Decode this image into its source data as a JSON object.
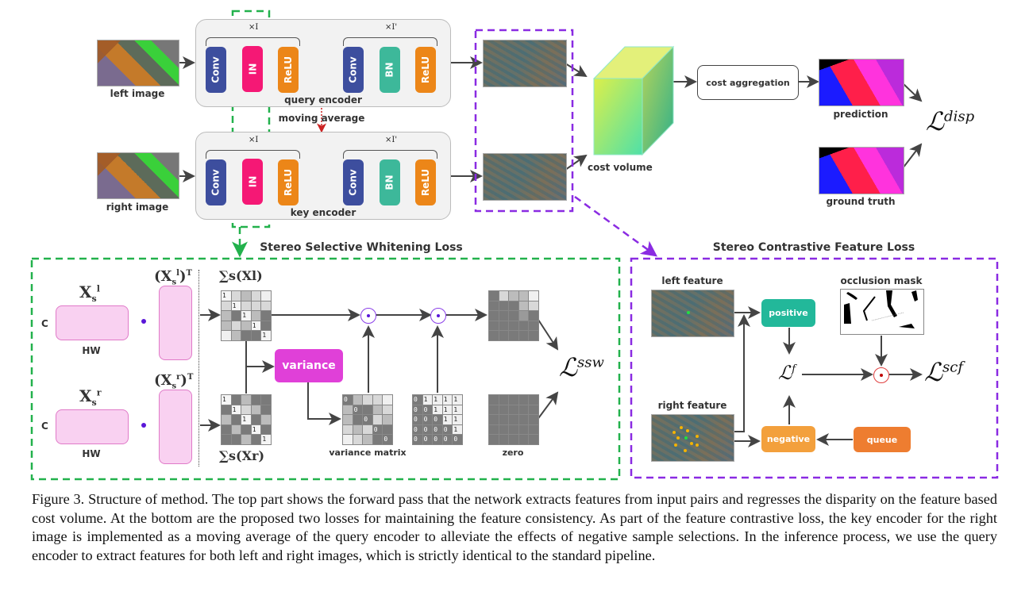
{
  "top": {
    "left_image_label": "left image",
    "right_image_label": "right image",
    "query_encoder_label": "query encoder",
    "key_encoder_label": "key encoder",
    "moving_average_label": "moving average",
    "repeat_first": "×I",
    "repeat_second": "×I'",
    "blocks_first": [
      "Conv",
      "IN",
      "ReLU"
    ],
    "blocks_second": [
      "Conv",
      "BN",
      "ReLU"
    ],
    "cost_volume_label": "cost volume",
    "cost_aggregation_label": "cost aggregation",
    "prediction_label": "prediction",
    "ground_truth_label": "ground truth",
    "loss_disp": "disp"
  },
  "ssw": {
    "title": "Stereo Selective Whitening Loss",
    "xl_label": "X",
    "xl_sub": "s",
    "xl_sup": "l",
    "xr_sup": "r",
    "c_label": "C",
    "hw_label": "HW",
    "xlt_label": "(X",
    "transpose": ")T",
    "sigma_l": "∑s(Xl)",
    "sigma_r": "∑s(Xr)",
    "variance_label": "variance",
    "variance_matrix_label": "variance matrix",
    "zero_label": "zero",
    "loss_ssw": "ssw",
    "matrix_l_diag": "1",
    "matrix_var_diag": "0",
    "mask_matrix": [
      [
        "0",
        "1",
        "1",
        "1",
        "1"
      ],
      [
        "0",
        "0",
        "1",
        "1",
        "1"
      ],
      [
        "0",
        "0",
        "0",
        "1",
        "1"
      ],
      [
        "0",
        "0",
        "0",
        "0",
        "1"
      ],
      [
        "0",
        "0",
        "0",
        "0",
        "0"
      ]
    ]
  },
  "scf": {
    "title": "Stereo Contrastive Feature Loss",
    "left_feature_label": "left feature",
    "right_feature_label": "right feature",
    "occlusion_mask_label": "occlusion mask",
    "positive_label": "positive",
    "negative_label": "negative",
    "queue_label": "queue",
    "loss_f": "f",
    "loss_scf": "scf"
  },
  "caption": "Figure 3. Structure of method. The top part shows the forward pass that the network extracts features from input pairs and regresses the disparity on the feature based cost volume. At the bottom are the proposed two losses for maintaining the feature consistency. As part of the feature contrastive loss, the key encoder for the right image is implemented as a moving average of the query encoder to alleviate the effects of negative sample selections. In the inference process, we use the query encoder to extract features for both left and right images, which is strictly identical to the standard pipeline.",
  "colors": {
    "conv": "#3d4e9e",
    "in": "#f51875",
    "relu": "#ec8618",
    "bn": "#3db89a",
    "variance": "#e040d8",
    "positive": "#22b89a",
    "negative": "#f3a03c",
    "queue": "#ee7d30",
    "green_dash": "#22b14c",
    "purple_dash": "#8a2be2"
  }
}
